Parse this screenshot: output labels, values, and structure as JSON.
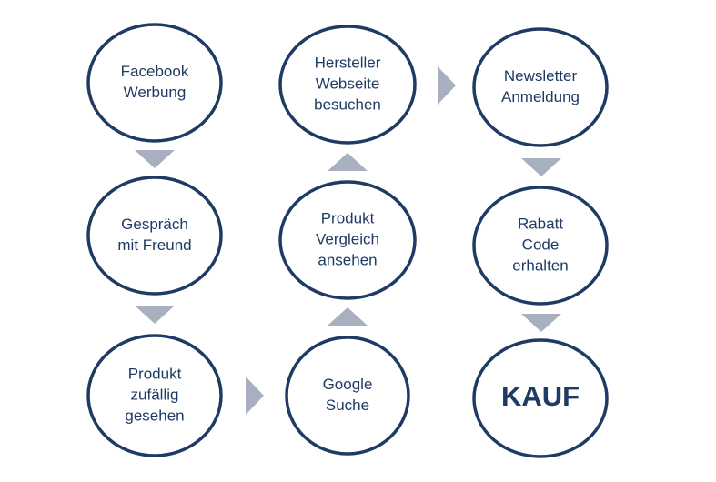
{
  "colors": {
    "circle_stroke": "#1f3b64",
    "text": "#1f3b64",
    "arrow": "#a8b0bf",
    "background": "#ffffff"
  },
  "nodes": [
    {
      "id": "facebook-werbung",
      "lines": [
        "Facebook",
        "Werbung"
      ]
    },
    {
      "id": "gespraech-mit-freund",
      "lines": [
        "Gespräch",
        "mit Freund"
      ]
    },
    {
      "id": "produkt-zufaellig-gesehen",
      "lines": [
        "Produkt",
        "zufällig",
        "gesehen"
      ]
    },
    {
      "id": "google-suche",
      "lines": [
        "Google",
        "Suche"
      ]
    },
    {
      "id": "produkt-vergleich-ansehen",
      "lines": [
        "Produkt",
        "Vergleich",
        "ansehen"
      ]
    },
    {
      "id": "hersteller-webseite-besuchen",
      "lines": [
        "Hersteller",
        "Webseite",
        "besuchen"
      ]
    },
    {
      "id": "newsletter-anmeldung",
      "lines": [
        "Newsletter",
        "Anmeldung"
      ]
    },
    {
      "id": "rabatt-code-erhalten",
      "lines": [
        "Rabatt",
        "Code",
        "erhalten"
      ]
    },
    {
      "id": "kauf",
      "lines": [
        "KAUF"
      ],
      "final": true
    }
  ],
  "arrows": [
    {
      "id": "arrow-facebook-to-gespraech",
      "direction": "down"
    },
    {
      "id": "arrow-gespraech-to-produkt",
      "direction": "down"
    },
    {
      "id": "arrow-produkt-to-google",
      "direction": "right"
    },
    {
      "id": "arrow-google-to-vergleich",
      "direction": "up"
    },
    {
      "id": "arrow-vergleich-to-hersteller",
      "direction": "up"
    },
    {
      "id": "arrow-hersteller-to-newsletter",
      "direction": "right"
    },
    {
      "id": "arrow-newsletter-to-rabatt",
      "direction": "down"
    },
    {
      "id": "arrow-rabatt-to-kauf",
      "direction": "down"
    }
  ]
}
